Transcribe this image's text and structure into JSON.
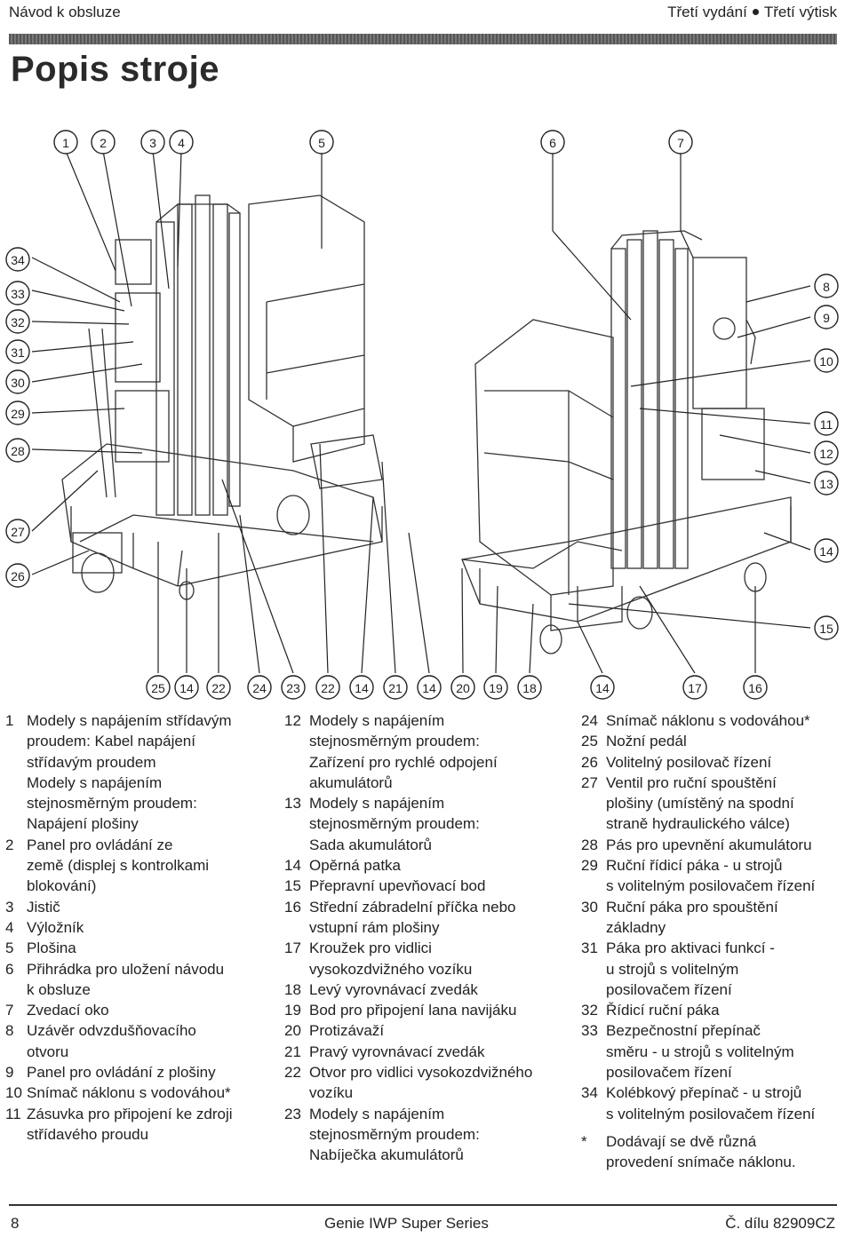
{
  "header": {
    "left": "Návod k obsluze",
    "right_a": "Třetí vydání",
    "right_b": "Třetí výtisk"
  },
  "title": "Popis stroje",
  "diagram": {
    "callouts_top": [
      "1",
      "2",
      "3",
      "4",
      "5",
      "6",
      "7"
    ],
    "callouts_left": [
      "34",
      "33",
      "32",
      "31",
      "30",
      "29",
      "28",
      "27",
      "26"
    ],
    "callouts_right": [
      "8",
      "9",
      "10",
      "11",
      "12",
      "13",
      "14",
      "15"
    ],
    "callouts_bottom": [
      "25",
      "14",
      "22",
      "24",
      "23",
      "22",
      "14",
      "21",
      "14",
      "20",
      "19",
      "18",
      "14",
      "17",
      "16"
    ]
  },
  "legend": {
    "col1": [
      {
        "n": "1",
        "t": "Modely s napájením střídavým\nproudem: Kabel napájení\nstřídavým proudem\nModely s napájením\nstejnosměrným proudem:\nNapájení plošiny"
      },
      {
        "n": "2",
        "t": "Panel pro ovládání ze\nzemě (displej s kontrolkami\nblokování)"
      },
      {
        "n": "3",
        "t": "Jistič"
      },
      {
        "n": "4",
        "t": "Výložník"
      },
      {
        "n": "5",
        "t": "Plošina"
      },
      {
        "n": "6",
        "t": "Přihrádka pro uložení návodu\nk obsluze"
      },
      {
        "n": "7",
        "t": "Zvedací oko"
      },
      {
        "n": "8",
        "t": "Uzávěr odvzdušňovacího\notvoru"
      },
      {
        "n": "9",
        "t": "Panel pro ovládání z plošiny"
      },
      {
        "n": "10",
        "t": "Snímač náklonu s vodováhou*"
      },
      {
        "n": "11",
        "t": "Zásuvka pro připojení ke zdroji\nstřídavého proudu"
      }
    ],
    "col2": [
      {
        "n": "12",
        "t": "Modely s napájením\nstejnosměrným proudem:\nZařízení pro rychlé odpojení\nakumulátorů"
      },
      {
        "n": "13",
        "t": "Modely s napájením\nstejnosměrným proudem:\nSada akumulátorů"
      },
      {
        "n": "14",
        "t": "Opěrná patka"
      },
      {
        "n": "15",
        "t": "Přepravní upevňovací bod"
      },
      {
        "n": "16",
        "t": "Střední zábradelní příčka nebo\nvstupní rám plošiny"
      },
      {
        "n": "17",
        "t": "Kroužek pro vidlici\nvysokozdvižného vozíku"
      },
      {
        "n": "18",
        "t": "Levý vyrovnávací zvedák"
      },
      {
        "n": "19",
        "t": "Bod pro připojení lana navijáku"
      },
      {
        "n": "20",
        "t": "Protizávaží"
      },
      {
        "n": "21",
        "t": "Pravý vyrovnávací zvedák"
      },
      {
        "n": "22",
        "t": "Otvor pro vidlici vysokozdvižného\nvozíku"
      },
      {
        "n": "23",
        "t": "Modely s napájením\nstejnosměrným proudem:\nNabíječka akumulátorů"
      }
    ],
    "col3": [
      {
        "n": "24",
        "t": "Snímač náklonu s vodováhou*"
      },
      {
        "n": "25",
        "t": "Nožní pedál"
      },
      {
        "n": "26",
        "t": "Volitelný posilovač řízení"
      },
      {
        "n": "27",
        "t": "Ventil pro ruční spouštění\nplošiny (umístěný na spodní\nstraně hydraulického válce)"
      },
      {
        "n": "28",
        "t": "Pás pro upevnění akumulátoru"
      },
      {
        "n": "29",
        "t": "Ruční řídicí páka - u strojů\ns volitelným posilovačem řízení"
      },
      {
        "n": "30",
        "t": "Ruční páka pro spouštění\nzákladny"
      },
      {
        "n": "31",
        "t": "Páka pro aktivaci funkcí -\nu strojů s volitelným\nposilovačem řízení"
      },
      {
        "n": "32",
        "t": "Řídicí ruční páka"
      },
      {
        "n": "33",
        "t": "Bezpečnostní přepínač\nsměru - u strojů s volitelným\nposilovačem řízení"
      },
      {
        "n": "34",
        "t": "Kolébkový přepínač - u strojů\ns volitelným posilovačem řízení"
      },
      {
        "n": "*",
        "t": "Dodávají se dvě různá\nprovedení snímače náklonu."
      }
    ]
  },
  "footer": {
    "page": "8",
    "series": "Genie IWP Super Series",
    "part": "Č. dílu 82909CZ"
  }
}
